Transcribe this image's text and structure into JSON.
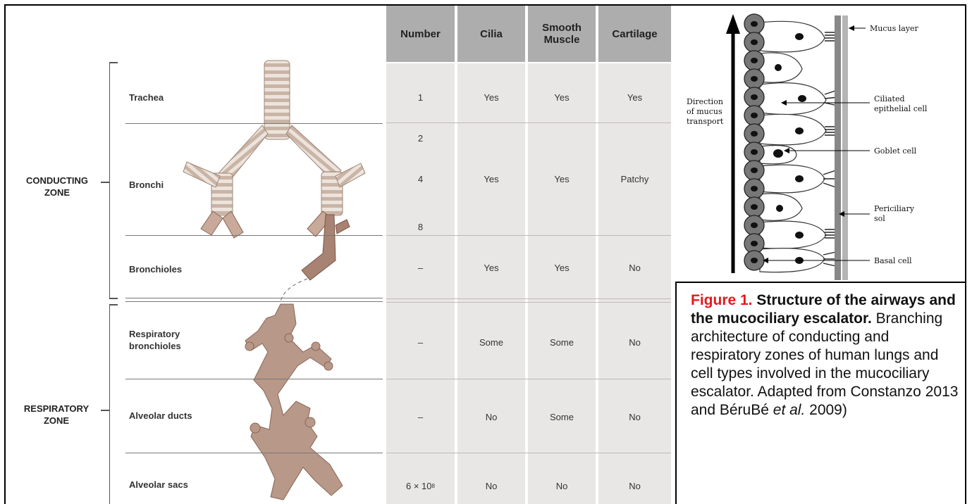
{
  "zones": {
    "conducting": "CONDUCTING\nZONE",
    "respiratory": "RESPIRATORY\nZONE"
  },
  "table": {
    "headers": [
      "Number",
      "Cilia",
      "Smooth\nMuscle",
      "Cartilage"
    ],
    "rows": [
      {
        "name": "Trachea",
        "number": "1",
        "cilia": "Yes",
        "smooth_muscle": "Yes",
        "cartilage": "Yes"
      },
      {
        "name": "Bronchi",
        "number": [
          "2",
          "4",
          "8"
        ],
        "cilia": "Yes",
        "smooth_muscle": "Yes",
        "cartilage": "Patchy"
      },
      {
        "name": "Bronchioles",
        "number": "–",
        "cilia": "Yes",
        "smooth_muscle": "Yes",
        "cartilage": "No"
      },
      {
        "name": "Respiratory\nbronchioles",
        "number": "–",
        "cilia": "Some",
        "smooth_muscle": "Some",
        "cartilage": "No"
      },
      {
        "name": "Alveolar ducts",
        "number": "–",
        "cilia": "No",
        "smooth_muscle": "Some",
        "cartilage": "No"
      },
      {
        "name": "Alveolar sacs",
        "number": "6 × 10",
        "number_exp": "8",
        "cilia": "No",
        "smooth_muscle": "No",
        "cartilage": "No"
      }
    ]
  },
  "escalator": {
    "direction_label": [
      "Direction",
      "of mucus",
      "transport"
    ],
    "labels": {
      "mucus_layer": "Mucus layer",
      "ciliated_cell": [
        "Ciliated",
        "epithelial cell"
      ],
      "goblet_cell": "Goblet cell",
      "periciliary_sol": [
        "Periciliary",
        "sol"
      ],
      "basal_cell": "Basal cell"
    }
  },
  "caption": {
    "label": "Figure 1.",
    "title": "Structure of the airways and the mucociliary escalator.",
    "body": "Branching architecture of conducting and respiratory zones of human lungs and cell types involved in the mucociliary escalator. Adapted from Constanzo 2013 and BéruBé",
    "etal": "et al.",
    "year": "2009)"
  },
  "colors": {
    "airway": "#b89888",
    "airway_dark": "#8a6656",
    "header_bg": "#adadad",
    "table_bg": "#e9e7e5",
    "caption_label": "#e8181b"
  }
}
